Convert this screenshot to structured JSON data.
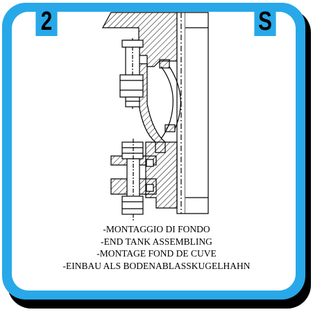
{
  "badges": {
    "number": "2",
    "letter": "S"
  },
  "caption": {
    "lines": [
      "-MONTAGGIO DI FONDO",
      "-END TANK ASSEMBLING",
      "-MONTAGE FOND DE CUVE",
      "-EINBAU ALS BODENABLASSKUGELHAHN"
    ]
  },
  "colors": {
    "frame": "#28a8e8",
    "shadow": "#000000",
    "ink": "#000000"
  },
  "icons": {
    "drawing": "flange-bolt-assembly-drawing"
  }
}
